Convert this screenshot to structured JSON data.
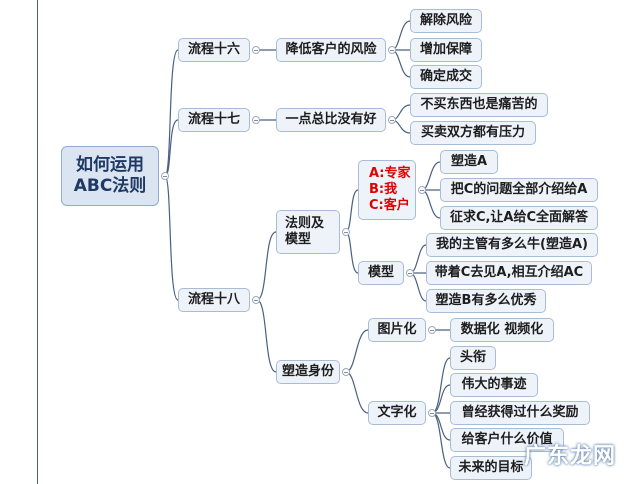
{
  "root": {
    "line1": "如何运用",
    "line2": "ABC法则"
  },
  "branches": {
    "p16": {
      "label": "流程十六",
      "topic": "降低客户的风险",
      "items": [
        "解除风险",
        "增加保障",
        "确定成交"
      ]
    },
    "p17": {
      "label": "流程十七",
      "topic": "一点总比没有好",
      "items": [
        "不买东西也是痛苦的",
        "买卖双方都有压力"
      ]
    },
    "p18": {
      "label": "流程十八",
      "rules": {
        "label_line1": "法则及",
        "label_line2": "模型",
        "roles": [
          "A:专家",
          "B:我",
          "C:客户"
        ],
        "role_items": [
          "塑造A",
          "把C的问题全部介绍给A",
          "征求C,让A给C全面解答"
        ],
        "model": {
          "label": "模型",
          "items": [
            "我的主管有多么牛(塑造A)",
            "带着C去见A,相互介绍AC",
            "塑造B有多么优秀"
          ]
        }
      },
      "shaping": {
        "label": "塑造身份",
        "pictures": {
          "label": "图片化",
          "items": [
            "数据化 视频化"
          ]
        },
        "text": {
          "label": "文字化",
          "items": [
            "头衔",
            "伟大的事迹",
            "曾经获得过什么奖励",
            "给客户什么价值",
            "未来的目标"
          ]
        }
      }
    }
  },
  "watermark": "广东龙网",
  "colors": {
    "node_fill": "#eef3fa",
    "node_border": "#a9bcd6",
    "line": "#4a5f80",
    "highlight": "#e00000"
  }
}
